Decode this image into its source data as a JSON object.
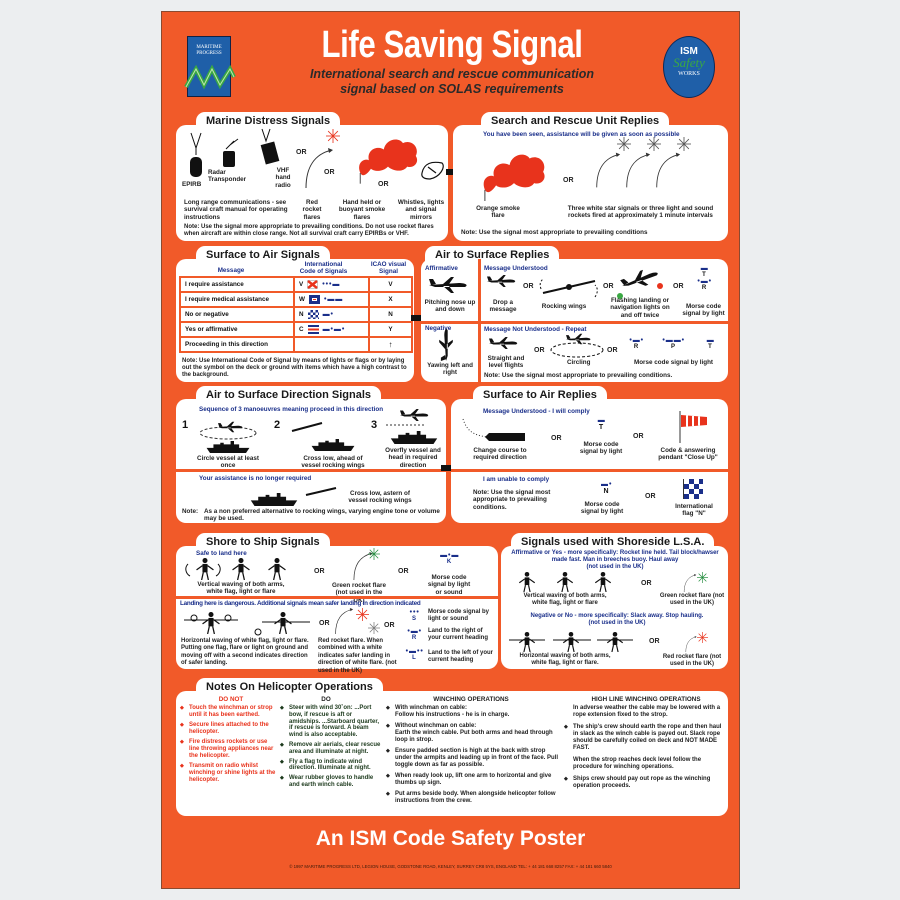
{
  "colors": {
    "poster_bg": "#f15a29",
    "heading_blue": "#1a2f8a",
    "warning_red": "#e8331c",
    "logo_blue": "#1f5fa8",
    "logo_green": "#3aa843"
  },
  "header": {
    "title": "Life Saving Signal",
    "subtitle_line1": "International search and rescue communication",
    "subtitle_line2": "signal based on SOLAS requirements",
    "logo_left": {
      "line1": "MARITIME",
      "line2": "PROGRESS"
    },
    "logo_right": {
      "top": "ISM",
      "middle": "Safety",
      "bottom": "WORKS"
    }
  },
  "marine_distress": {
    "title": "Marine Distress Signals",
    "epirb": "EPIRB",
    "radar": "Radar Transponder",
    "vhf": "VHF hand radio",
    "or": "OR",
    "long_range": "Long range communications - see survival craft manual for operating instructions",
    "red_rocket": "Red rocket flares",
    "smoke": "Hand held or buoyant smoke flares",
    "whistles": "Whistles, lights and signal mirrors",
    "note": "Note: Use the signal more appropriate to prevailing conditions. Do not use rocket flares when aircraft are within close range. Not all survival craft carry EPIRBs or VHF."
  },
  "sar_replies": {
    "title": "Search and Rescue Unit Replies",
    "subtitle": "You have been seen, assistance will be given as soon as possible",
    "orange_smoke": "Orange smoke flare",
    "or": "OR",
    "stars": "Three white star signals or three light and sound rockets fired at approximately 1 minute intervals",
    "note": "Note: Use the signal most appropriate to prevailing conditions"
  },
  "surface_to_air": {
    "title": "Surface to Air Signals",
    "col_message": "Message",
    "col_ics": "International Code of Signals",
    "col_icao": "ICAO visual Signal",
    "rows": [
      {
        "message": "I require assistance",
        "letter": "V",
        "morse": "...-",
        "icao": "V"
      },
      {
        "message": "I require medical assistance",
        "letter": "W",
        "morse": ".--",
        "icao": "X"
      },
      {
        "message": "No or negative",
        "letter": "N",
        "morse": "-.",
        "icao": "N"
      },
      {
        "message": "Yes or affirmative",
        "letter": "C",
        "morse": "-.-.",
        "icao": "Y"
      },
      {
        "message": "Proceeding in this direction",
        "letter": "",
        "morse": "",
        "icao": "↑"
      }
    ],
    "note": "Note:  Use International Code of Signal by means of lights or flags or by laying out the symbol on the deck or ground with items which have a high contrast to the background."
  },
  "air_to_surface_replies": {
    "title": "Air to Surface Replies",
    "affirmative": "Affirmative",
    "pitching": "Pitching nose up and down",
    "negative": "Negative",
    "yawing": "Yawing left and right",
    "understood": "Message Understood",
    "drop": "Drop a message",
    "rocking": "Rocking wings",
    "flashing": "Flashing landing or navigation lights on and off twice",
    "morse_light": "Morse code signal by light",
    "or": "OR",
    "t_letter": "T",
    "t_morse": "-",
    "r_letter": "R",
    "r_morse": ".-.",
    "not_understood": "Message Not Understood - Repeat",
    "straight": "Straight and level flights",
    "circling": "Circling",
    "rpt": [
      {
        "letter": "R",
        "morse": ".-."
      },
      {
        "letter": "P",
        "morse": ".--."
      },
      {
        "letter": "T",
        "morse": "-"
      }
    ],
    "note": "Note: Use the signal most appropriate to prevailing conditions."
  },
  "direction_signals": {
    "title": "Air to Surface Direction Signals",
    "subtitle": "Sequence of 3 manoeuvres meaning proceed in this direction",
    "steps": [
      {
        "num": "1",
        "text": "Circle vessel at least once"
      },
      {
        "num": "2",
        "text": "Cross low, ahead of vessel rocking wings"
      },
      {
        "num": "3",
        "text": "Overfly vessel and head in required direction"
      }
    ],
    "no_longer": "Your assistance is no longer required",
    "astern": "Cross low, astern of vessel rocking wings",
    "note_label": "Note:",
    "note": "As a non preferred alternative to rocking wings, varying engine tone or volume may be used."
  },
  "surface_to_air_replies": {
    "title": "Surface to Air Replies",
    "comply": "Message Understood - I will comply",
    "change_course": "Change course to required direction",
    "or": "OR",
    "t_letter": "T",
    "t_morse": "-",
    "morse_light": "Morse code signal by light",
    "pendant": "Code & answering pendant \"Close Up\"",
    "unable": "I am unable to comply",
    "note": "Note: Use the signal most appropriate to prevailing conditions.",
    "n_letter": "N",
    "n_morse": "-.",
    "flag_n": "International flag \"N\""
  },
  "shore_to_ship": {
    "title": "Shore to Ship Signals",
    "safe": "Safe to land here",
    "vertical": "Vertical waving of both arms, white flag, light or flare",
    "or": "OR",
    "green": "Green rocket flare (not used in the UK)",
    "k_letter": "K",
    "k_morse": "-.-",
    "morse_sound": "Morse code signal by light or sound",
    "danger": "Landing here is dangerous. Additional signals mean safer landing in direction indicated",
    "horizontal": "Horizontal waving of white flag, light or flare. Putting one flag, flare or light on ground and moving off with a second indicates direction of safer landing.",
    "red": "Red rocket flare. When combined with a white indicates safer landing in direction of white flare. (not used in the UK)",
    "codes": [
      {
        "letter": "S",
        "morse": "...",
        "text": "Morse code signal by light or sound"
      },
      {
        "letter": "R",
        "morse": ".-.",
        "text": "Land to the right of your current heading"
      },
      {
        "letter": "L",
        "morse": ".-..",
        "text": "Land to the left of your current heading"
      }
    ]
  },
  "shoreside_lsa": {
    "title": "Signals used with Shoreside L.S.A.",
    "affirmative": "Affirmative or Yes - more specifically: Rocket line held. Tail block/hawser made fast. Man in breeches buoy. Haul away",
    "not_uk": "(not used in the UK)",
    "vertical": "Vertical waving of both arms, white flag, light or flare",
    "or": "OR",
    "green": "Green rocket flare (not used in the UK)",
    "negative": "Negative or No - more specifically: Slack away. Stop hauling.",
    "horizontal": "Horizontal waving of both arms, white flag, light or flare.",
    "red": "Red rocket flare (not used in the UK)"
  },
  "helicopter": {
    "title": "Notes On Helicopter Operations",
    "do_not_title": "DO NOT",
    "do_not": [
      "Touch the winchman or strop until it has been earthed.",
      "Secure lines attached to the helicopter.",
      "Fire distress rockets or use line throwing appliances near the helicopter.",
      "Transmit on radio whilst winching or shine lights at the helicopter."
    ],
    "do_title": "DO",
    "do": [
      "Steer with wind 30˚on: ...Port bow, if rescue is aft or amidships. ...Starboard quarter, if rescue is forward. A beam wind is also acceptable.",
      "Remove air aerials, clear rescue area and illuminate at night.",
      "Fly a flag to indicate wind direction. Illuminate at night.",
      "Wear rubber gloves to handle and earth winch cable."
    ],
    "winching_title": "WINCHING OPERATIONS",
    "winching": [
      {
        "pre": "With winchman on cable:",
        "text": "Follow his instructions - he is in charge."
      },
      {
        "pre": "Without winchman on cable:",
        "text": "Earth the winch cable. Put both arms and head through loop in strop."
      },
      {
        "pre": "",
        "text": "Ensure padded section is high at the back with strop under the armpits and leading up in front of the face. Pull toggle down as far as possible."
      },
      {
        "pre": "",
        "text": "When ready look up, lift one arm to horizontal and give thumbs up sign."
      },
      {
        "pre": "",
        "text": "Put arms beside body. When alongside helicopter follow instructions from the crew."
      }
    ],
    "highline_title": "HIGH LINE WINCHING OPERATIONS",
    "highline_intro": "In adverse weather the cable may be lowered with a rope extension fixed to the strop.",
    "highline_1": "The ship's crew should earth the rope and then haul in slack as the winch cable is payed out. Slack rope  should be carefully coiled on deck and NOT MADE FAST.",
    "highline_mid": "When the strop reaches deck level follow the procedure for winching operations.",
    "highline_2": "Ships crew should pay out rope as the winching operation proceeds."
  },
  "footer": {
    "title": "An ISM Code Safety Poster",
    "copyright": "© 1997 MARITIME PROGRESS LTD, LEGION HOUSE, GODSTONE ROAD, KENLEY, SURREY CR8 5YS, ENGLAND  TEL: + 44 181 668 8257  FAX: + 44 181 660 5840"
  }
}
